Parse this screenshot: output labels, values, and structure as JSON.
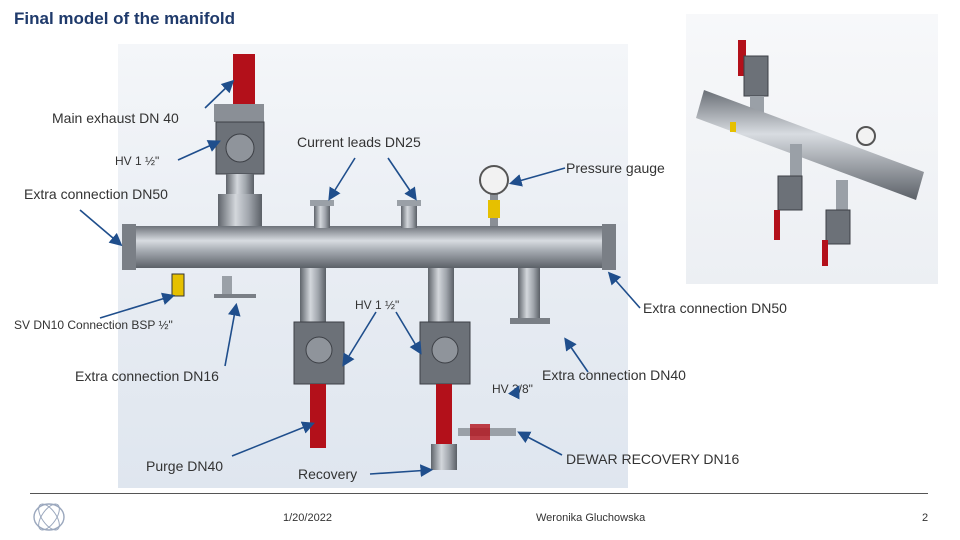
{
  "title": "Final model of the manifold",
  "labels": {
    "main_exhaust": "Main exhaust DN 40",
    "current_leads": "Current leads DN25",
    "hv_top": "HV 1 ½\"",
    "pressure_gauge": "Pressure gauge",
    "extra_dn50_left": "Extra connection DN50",
    "hv_middle": "HV 1 ½\"",
    "extra_dn50_right": "Extra connection DN50",
    "sv_dn10": "SV DN10 Connection BSP ½\"",
    "extra_dn16": "Extra connection DN16",
    "hv_38": "HV 3/8\"",
    "extra_dn40": "Extra connection DN40",
    "purge": "Purge DN40",
    "recovery": "Recovery",
    "dewar_recovery": "DEWAR RECOVERY DN16"
  },
  "footer": {
    "date": "1/20/2022",
    "author": "Weronika Gluchowska",
    "page": "2"
  },
  "colors": {
    "title": "#1f3a6b",
    "arrow": "#1f4e8c",
    "steel": "#a9aeb5",
    "valve_handle": "#b3101a",
    "gauge_yellow": "#e6c000"
  },
  "logo_icon": "cern-logo-icon"
}
